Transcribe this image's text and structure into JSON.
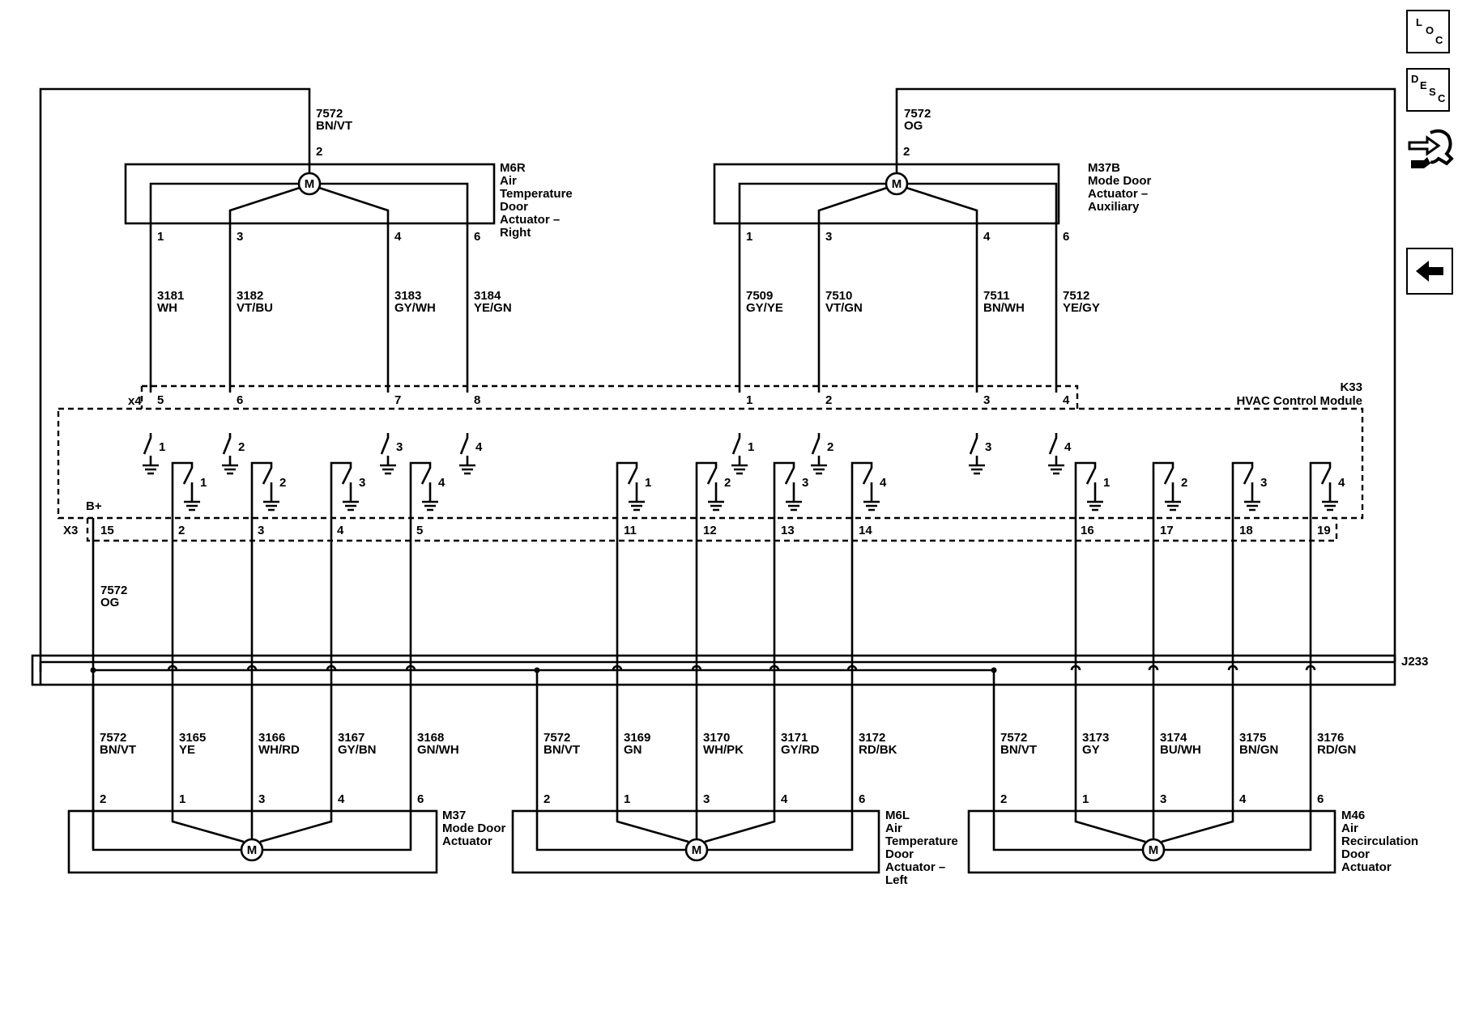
{
  "nav": {
    "loc_letters": [
      "L",
      "O",
      "C"
    ],
    "desc_letters": [
      "D",
      "E",
      "S",
      "C"
    ],
    "icons": [
      "loc-icon",
      "desc-icon",
      "connector-end-view-icon",
      "back-arrow-icon"
    ]
  },
  "harness": {
    "label": "J233"
  },
  "module": {
    "id": "K33",
    "name": "HVAC Control Module",
    "x4": "x4",
    "x3": "X3",
    "bplus": "B+"
  },
  "top_feed_left": {
    "num": "7572",
    "color": "BN/VT"
  },
  "top_feed_right": {
    "num": "7572",
    "color": "OG"
  },
  "actuators_top": [
    {
      "id": "M6R",
      "lines": [
        "M6R",
        "Air",
        "Temperature",
        "Door",
        "Actuator –",
        "Right"
      ],
      "motor": "M",
      "feed_pin": "2",
      "pins": [
        "1",
        "3",
        "4",
        "6"
      ],
      "wires": [
        {
          "num": "3181",
          "color": "WH"
        },
        {
          "num": "3182",
          "color": "VT/BU"
        },
        {
          "num": "3183",
          "color": "GY/WH"
        },
        {
          "num": "3184",
          "color": "YE/GN"
        }
      ],
      "x4_pins": [
        "5",
        "6",
        "7",
        "8"
      ],
      "switch_nums": [
        "1",
        "2",
        "3",
        "4"
      ]
    },
    {
      "id": "M37B",
      "lines": [
        "M37B",
        "Mode Door",
        "Actuator –",
        "Auxiliary"
      ],
      "motor": "M",
      "feed_pin": "2",
      "pins": [
        "1",
        "3",
        "4",
        "6"
      ],
      "wires": [
        {
          "num": "7509",
          "color": "GY/YE"
        },
        {
          "num": "7510",
          "color": "VT/GN"
        },
        {
          "num": "7511",
          "color": "BN/WH"
        },
        {
          "num": "7512",
          "color": "YE/GY"
        }
      ],
      "x4_pins": [
        "1",
        "2",
        "3",
        "4"
      ],
      "switch_nums": [
        "1",
        "2",
        "3",
        "4"
      ]
    }
  ],
  "x3": {
    "bplus_pin": "15",
    "bplus_wire": {
      "num": "7572",
      "color": "OG"
    },
    "groups": [
      {
        "pins": [
          "2",
          "3",
          "4",
          "5"
        ],
        "switch_nums": [
          "1",
          "2",
          "3",
          "4"
        ]
      },
      {
        "pins": [
          "11",
          "12",
          "13",
          "14"
        ],
        "switch_nums": [
          "1",
          "2",
          "3",
          "4"
        ]
      },
      {
        "pins": [
          "16",
          "17",
          "18",
          "19"
        ],
        "switch_nums": [
          "1",
          "2",
          "3",
          "4"
        ]
      }
    ]
  },
  "actuators_bottom": [
    {
      "id": "M37",
      "lines": [
        "M37",
        "Mode Door",
        "Actuator"
      ],
      "motor": "M",
      "pins": [
        "2",
        "1",
        "3",
        "4",
        "6"
      ],
      "wires": [
        {
          "num": "7572",
          "color": "BN/VT"
        },
        {
          "num": "3165",
          "color": "YE"
        },
        {
          "num": "3166",
          "color": "WH/RD"
        },
        {
          "num": "3167",
          "color": "GY/BN"
        },
        {
          "num": "3168",
          "color": "GN/WH"
        }
      ]
    },
    {
      "id": "M6L",
      "lines": [
        "M6L",
        "Air",
        "Temperature",
        "Door",
        "Actuator –",
        "Left"
      ],
      "motor": "M",
      "pins": [
        "2",
        "1",
        "3",
        "4",
        "6"
      ],
      "wires": [
        {
          "num": "7572",
          "color": "BN/VT"
        },
        {
          "num": "3169",
          "color": "GN"
        },
        {
          "num": "3170",
          "color": "WH/PK"
        },
        {
          "num": "3171",
          "color": "GY/RD"
        },
        {
          "num": "3172",
          "color": "RD/BK"
        }
      ]
    },
    {
      "id": "M46",
      "lines": [
        "M46",
        "Air",
        "Recirculation",
        "Door",
        "Actuator"
      ],
      "motor": "M",
      "pins": [
        "2",
        "1",
        "3",
        "4",
        "6"
      ],
      "wires": [
        {
          "num": "7572",
          "color": "BN/VT"
        },
        {
          "num": "3173",
          "color": "GY"
        },
        {
          "num": "3174",
          "color": "BU/WH"
        },
        {
          "num": "3175",
          "color": "BN/GN"
        },
        {
          "num": "3176",
          "color": "RD/GN"
        }
      ]
    }
  ]
}
